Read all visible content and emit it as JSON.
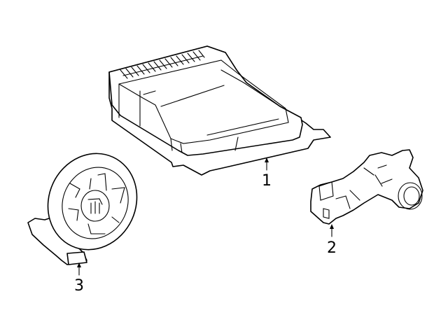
{
  "diagram": {
    "type": "parts-diagram",
    "background": "#ffffff",
    "parts": [
      {
        "id": "part-1",
        "callout": "1",
        "description": "control module with mounting bracket"
      },
      {
        "id": "part-2",
        "callout": "2",
        "description": "sensor with connector"
      },
      {
        "id": "part-3",
        "callout": "3",
        "description": "clock spring / spiral cable"
      }
    ]
  }
}
